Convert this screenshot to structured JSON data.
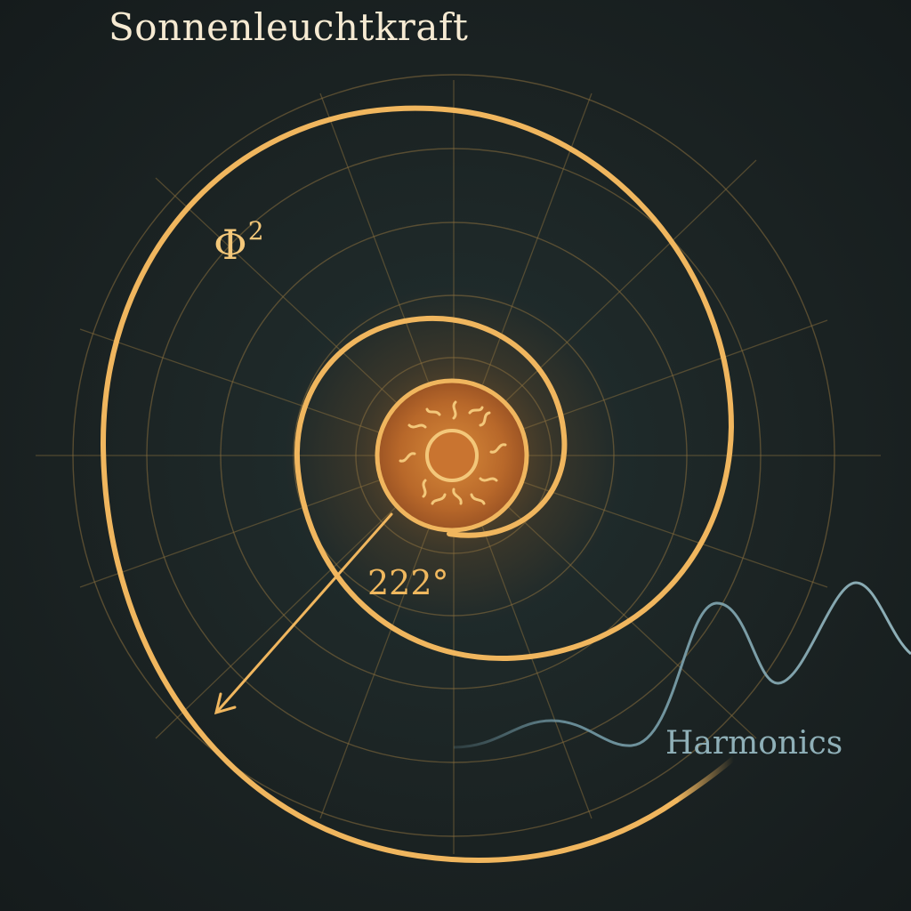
{
  "title": "Sonnenleuchtkraft",
  "exponent_label": {
    "symbol": "Φ",
    "power": "2"
  },
  "angle_label": "222°",
  "wave_label": "Harmonics",
  "colors": {
    "background": "#1b2323",
    "spiral": "#f0b65e",
    "grid": "#8a6f3e",
    "sun_core": "#c0702a",
    "wave": "#6f96a2",
    "title_text": "#f6ead2"
  },
  "icons": {
    "center": "sun-icon",
    "pointer": "arrow-icon"
  }
}
